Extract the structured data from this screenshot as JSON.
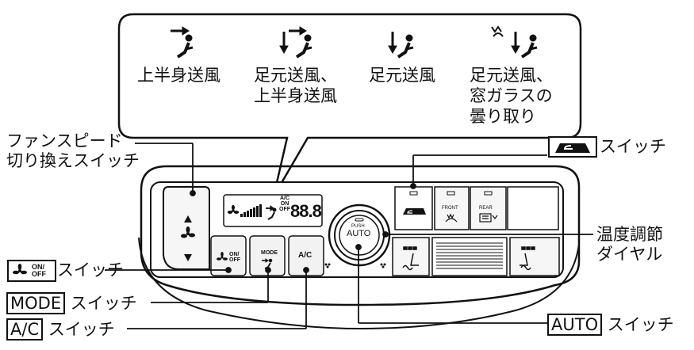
{
  "callout": {
    "modes": [
      {
        "label_lines": [
          "上半身送風"
        ],
        "icon": "upper-body-airflow-icon"
      },
      {
        "label_lines": [
          "足元送風、",
          "上半身送風"
        ],
        "icon": "bi-level-airflow-icon"
      },
      {
        "label_lines": [
          "足元送風"
        ],
        "icon": "floor-airflow-icon"
      },
      {
        "label_lines": [
          "足元送風、",
          "窓ガラスの",
          "曇り取り"
        ],
        "icon": "floor-defrost-airflow-icon"
      }
    ]
  },
  "labels": {
    "fan_speed_line1": "ファンスピード",
    "fan_speed_line2": "切り換えスイッチ",
    "recirc_switch_suffix": "スイッチ",
    "temp_dial_line1": "温度調節",
    "temp_dial_line2": "ダイヤル",
    "fan_onoff_switch_suffix": "スイッチ",
    "mode_box": "MODE",
    "mode_switch_suffix": "スイッチ",
    "ac_box": "A/C",
    "ac_switch_suffix": "スイッチ",
    "auto_box": "AUTO",
    "auto_switch_suffix": "スイッチ"
  },
  "panel": {
    "display_ac": "A/C",
    "display_on": "ON",
    "display_off": "OFF",
    "display_temp": "88.8",
    "fan_on": "ON/",
    "fan_off": "OFF",
    "mode_button": "MODE",
    "ac_button": "A/C",
    "dial_push": "PUSH",
    "dial_auto": "AUTO",
    "front_button": "FRONT",
    "rear_button": "REAR"
  },
  "colors": {
    "ink": "#111111",
    "panel_fill": "#ffffff",
    "button_shade": "#f2f2f2"
  }
}
